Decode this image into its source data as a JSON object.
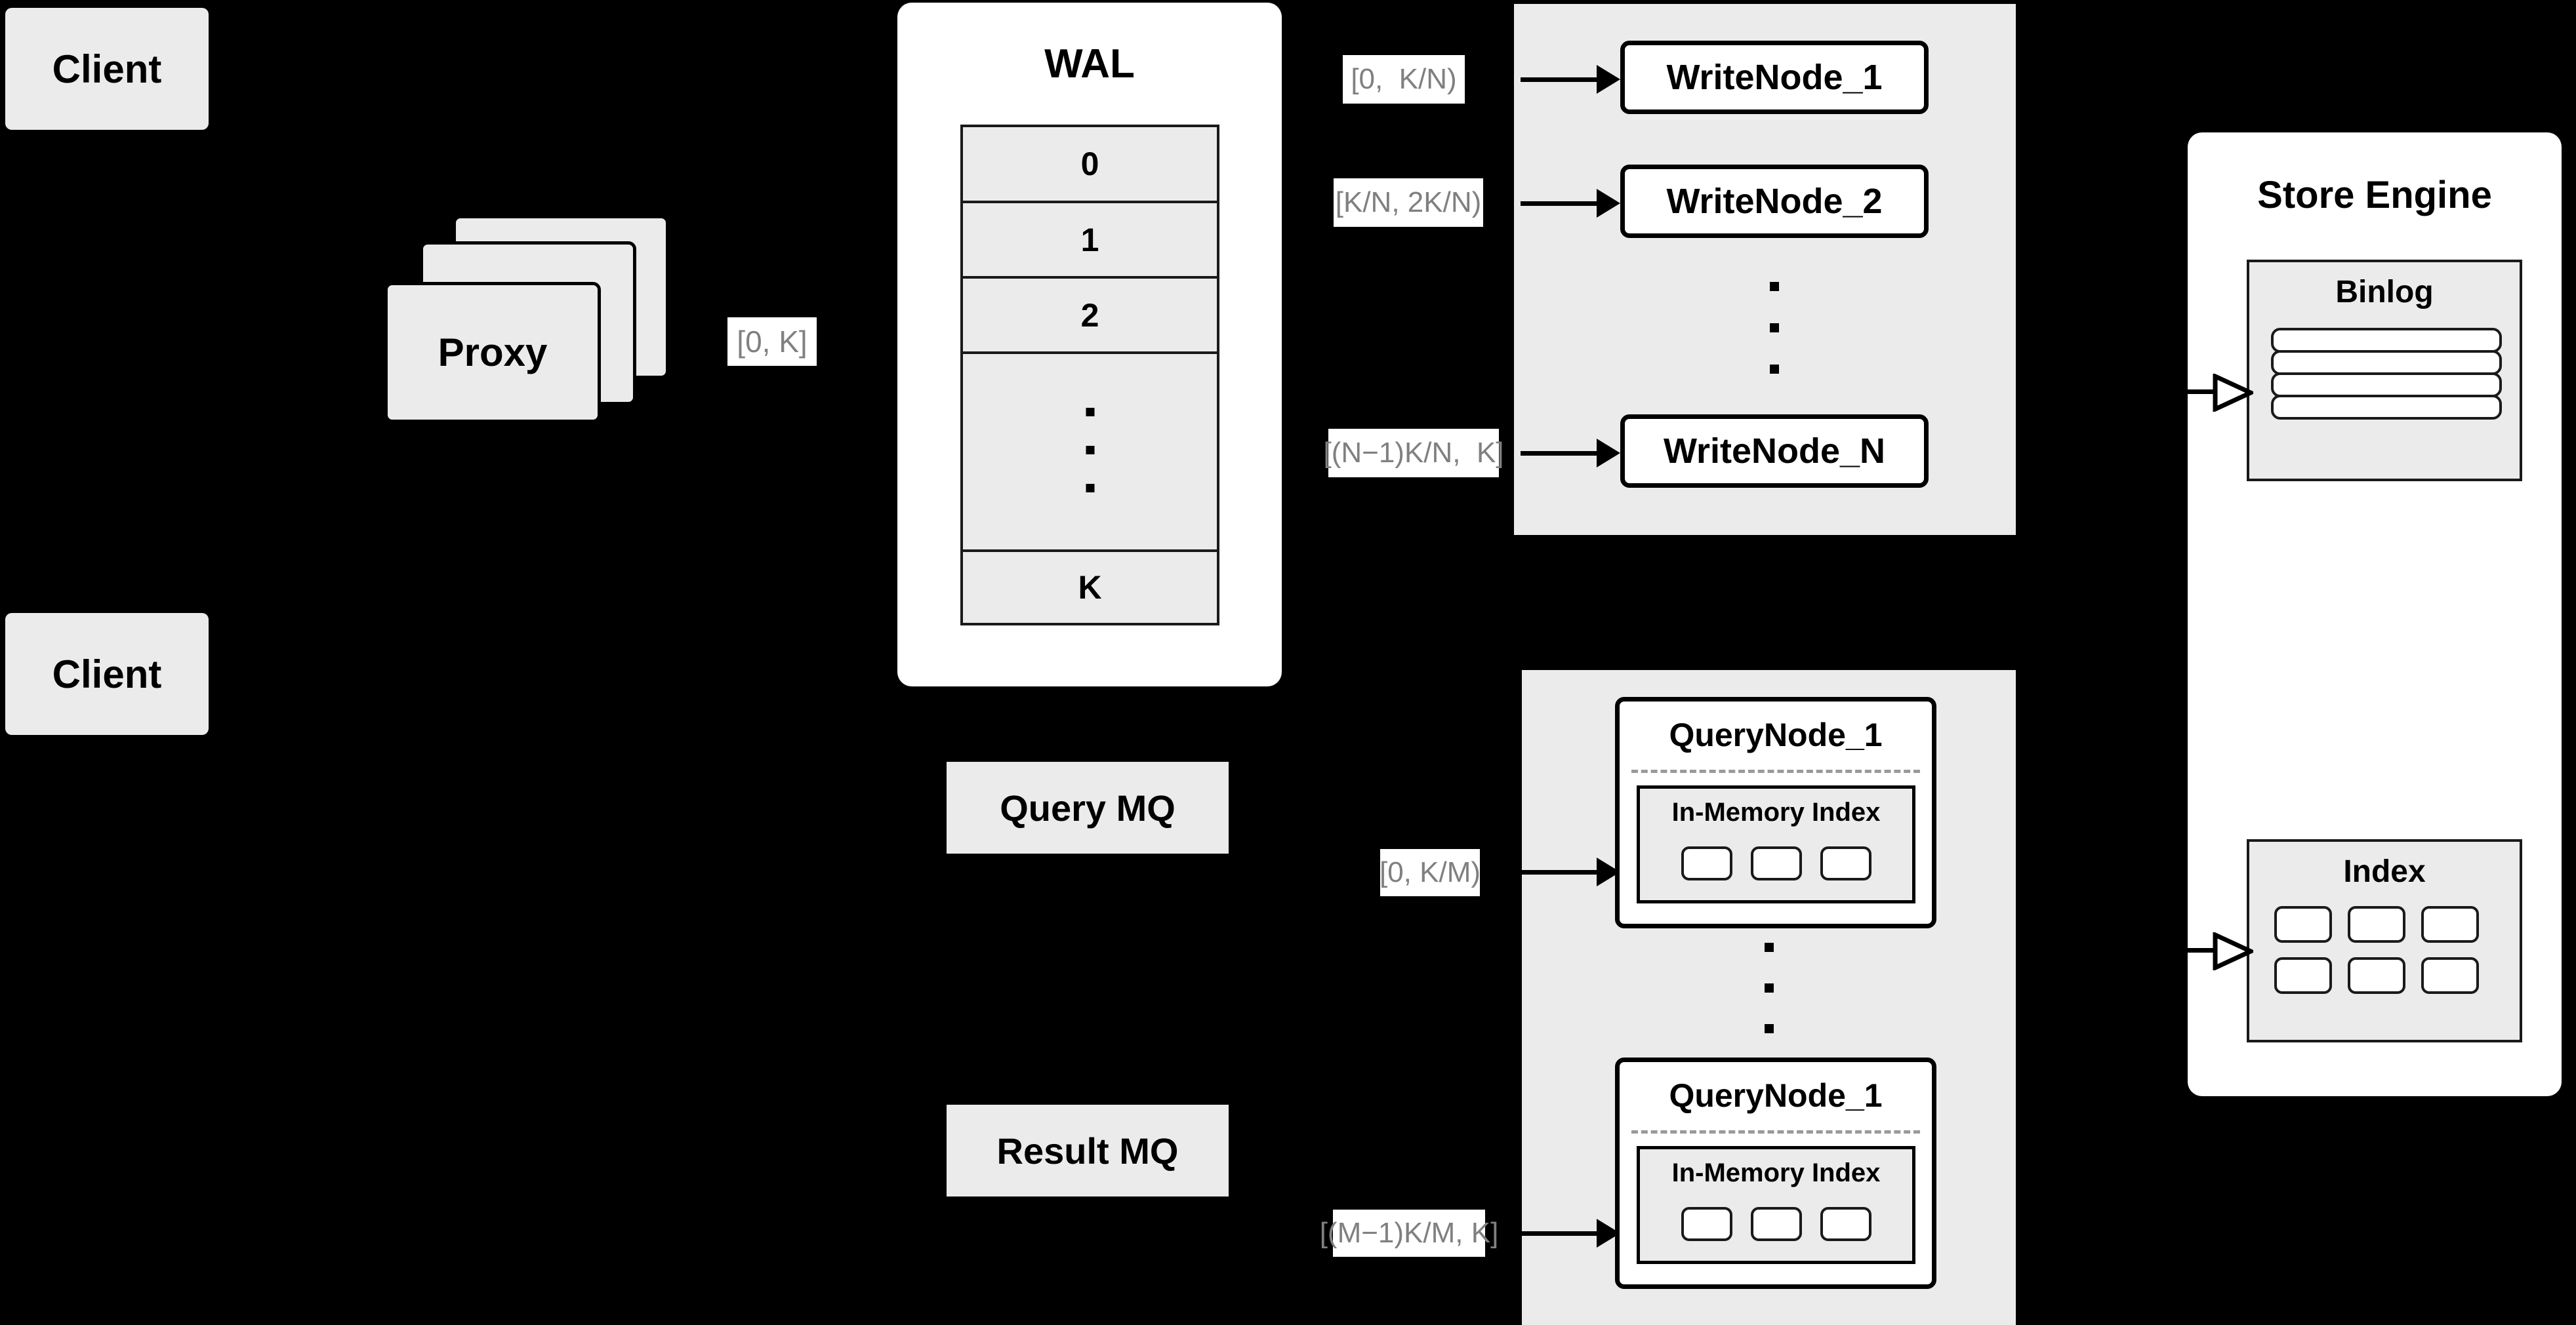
{
  "diagram": {
    "title": "Distributed Write/Query Architecture",
    "background_color": "#000000",
    "surface_color": "#ebebeb",
    "panel_color": "#ffffff",
    "label_text_color": "#808080"
  },
  "clients": [
    {
      "label": "Client"
    },
    {
      "label": "Client"
    }
  ],
  "proxy": {
    "label": "Proxy",
    "stack_count": 3
  },
  "wal": {
    "title": "WAL",
    "rows": [
      "0",
      "1",
      "2",
      "",
      "K"
    ],
    "ellipsis_dots": 3
  },
  "queues": [
    {
      "label": "Query MQ"
    },
    {
      "label": "Result MQ"
    }
  ],
  "write_group": {
    "nodes": [
      {
        "label": "WriteNode_1",
        "range": "[0,  K/N)"
      },
      {
        "label": "WriteNode_2",
        "range": "[K/N, 2K/N)"
      },
      {
        "label": "WriteNode_N",
        "range": "[(N−1)K/N,  K]"
      }
    ],
    "ellipsis_dots": 3
  },
  "query_group": {
    "nodes": [
      {
        "label": "QueryNode_1",
        "range": "[0, K/M)",
        "inner_title": "In-Memory Index",
        "segments": 3
      },
      {
        "label": "QueryNode_1",
        "range": "[(M−1)K/M, K]",
        "inner_title": "In-Memory Index",
        "segments": 3
      }
    ],
    "ellipsis_dots": 3
  },
  "store_engine": {
    "title": "Store Engine",
    "binlog": {
      "title": "Binlog",
      "entries": 4
    },
    "index": {
      "title": "Index",
      "cells": 6
    }
  },
  "proxy_edge_label": "[0, K]"
}
